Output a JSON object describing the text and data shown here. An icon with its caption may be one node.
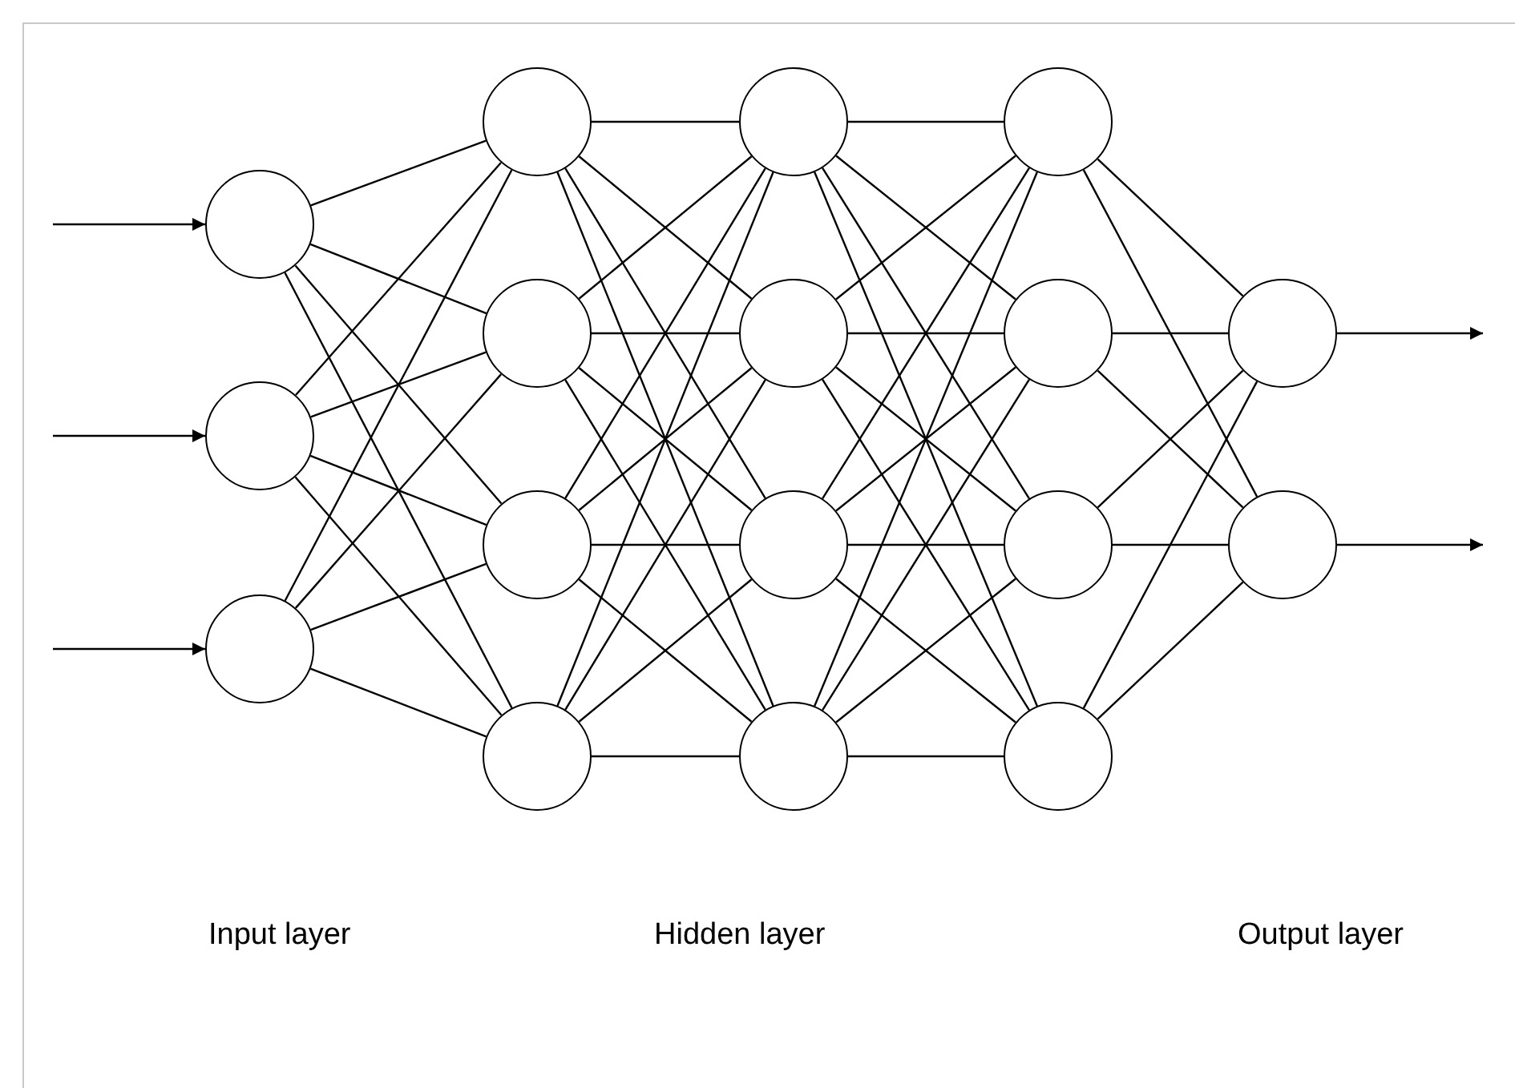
{
  "diagram": {
    "nodes": [
      {
        "text": [],
        "shape": "circle"
      },
      {
        "text": [],
        "shape": "circle"
      },
      {
        "text": [],
        "shape": "circle"
      },
      {
        "text": [],
        "shape": "circle"
      },
      {
        "text": [],
        "shape": "circle"
      },
      {
        "text": [],
        "shape": "circle"
      },
      {
        "text": [],
        "shape": "circle"
      },
      {
        "text": [],
        "shape": "circle"
      },
      {
        "text": [],
        "shape": "circle"
      },
      {
        "text": [],
        "shape": "circle"
      },
      {
        "text": [],
        "shape": "circle"
      },
      {
        "text": [],
        "shape": "circle"
      },
      {
        "text": [],
        "shape": "circle"
      },
      {
        "text": [],
        "shape": "circle"
      },
      {
        "text": [],
        "shape": "circle"
      },
      {
        "text": [],
        "shape": "circle"
      },
      {
        "text": [],
        "shape": "circle"
      }
    ],
    "edges": [
      {
        "from": null,
        "to": 0,
        "arrow": "to"
      },
      {
        "from": null,
        "to": 1,
        "arrow": "to"
      },
      {
        "from": null,
        "to": 2,
        "arrow": "to"
      },
      {
        "from": 0,
        "to": 3,
        "arrow": "none"
      },
      {
        "from": 0,
        "to": 4,
        "arrow": "none"
      },
      {
        "from": 0,
        "to": 5,
        "arrow": "none"
      },
      {
        "from": 0,
        "to": 6,
        "arrow": "none"
      },
      {
        "from": 1,
        "to": 3,
        "arrow": "none"
      },
      {
        "from": 1,
        "to": 4,
        "arrow": "none"
      },
      {
        "from": 1,
        "to": 5,
        "arrow": "none"
      },
      {
        "from": 1,
        "to": 6,
        "arrow": "none"
      },
      {
        "from": 2,
        "to": 3,
        "arrow": "none"
      },
      {
        "from": 2,
        "to": 4,
        "arrow": "none"
      },
      {
        "from": 2,
        "to": 5,
        "arrow": "none"
      },
      {
        "from": 2,
        "to": 6,
        "arrow": "none"
      },
      {
        "from": 3,
        "to": 7,
        "arrow": "none"
      },
      {
        "from": 3,
        "to": 8,
        "arrow": "none"
      },
      {
        "from": 3,
        "to": 9,
        "arrow": "none"
      },
      {
        "from": 3,
        "to": 10,
        "arrow": "none"
      },
      {
        "from": 4,
        "to": 7,
        "arrow": "none"
      },
      {
        "from": 4,
        "to": 8,
        "arrow": "none"
      },
      {
        "from": 4,
        "to": 9,
        "arrow": "none"
      },
      {
        "from": 4,
        "to": 10,
        "arrow": "none"
      },
      {
        "from": 5,
        "to": 7,
        "arrow": "none"
      },
      {
        "from": 5,
        "to": 8,
        "arrow": "none"
      },
      {
        "from": 5,
        "to": 9,
        "arrow": "none"
      },
      {
        "from": 5,
        "to": 10,
        "arrow": "none"
      },
      {
        "from": 6,
        "to": 7,
        "arrow": "none"
      },
      {
        "from": 6,
        "to": 8,
        "arrow": "none"
      },
      {
        "from": 6,
        "to": 9,
        "arrow": "none"
      },
      {
        "from": 6,
        "to": 10,
        "arrow": "none"
      },
      {
        "from": 7,
        "to": 11,
        "arrow": "none"
      },
      {
        "from": 7,
        "to": 12,
        "arrow": "none"
      },
      {
        "from": 7,
        "to": 13,
        "arrow": "none"
      },
      {
        "from": 7,
        "to": 14,
        "arrow": "none"
      },
      {
        "from": 8,
        "to": 11,
        "arrow": "none"
      },
      {
        "from": 8,
        "to": 12,
        "arrow": "none"
      },
      {
        "from": 8,
        "to": 13,
        "arrow": "none"
      },
      {
        "from": 8,
        "to": 14,
        "arrow": "none"
      },
      {
        "from": 9,
        "to": 11,
        "arrow": "none"
      },
      {
        "from": 9,
        "to": 12,
        "arrow": "none"
      },
      {
        "from": 9,
        "to": 13,
        "arrow": "none"
      },
      {
        "from": 9,
        "to": 14,
        "arrow": "none"
      },
      {
        "from": 10,
        "to": 11,
        "arrow": "none"
      },
      {
        "from": 10,
        "to": 12,
        "arrow": "none"
      },
      {
        "from": 10,
        "to": 13,
        "arrow": "none"
      },
      {
        "from": 10,
        "to": 14,
        "arrow": "none"
      },
      {
        "from": 11,
        "to": 15,
        "arrow": "none"
      },
      {
        "from": 11,
        "to": 16,
        "arrow": "none"
      },
      {
        "from": 12,
        "to": 15,
        "arrow": "none"
      },
      {
        "from": 12,
        "to": 16,
        "arrow": "none"
      },
      {
        "from": 13,
        "to": 15,
        "arrow": "none"
      },
      {
        "from": 13,
        "to": 16,
        "arrow": "none"
      },
      {
        "from": 14,
        "to": 15,
        "arrow": "none"
      },
      {
        "from": 14,
        "to": 16,
        "arrow": "none"
      },
      {
        "from": 15,
        "to": null,
        "arrow": "to"
      },
      {
        "from": 16,
        "to": null,
        "arrow": "to"
      }
    ],
    "labels": [
      "Input layer",
      "Hidden layer",
      "Output layer"
    ]
  }
}
